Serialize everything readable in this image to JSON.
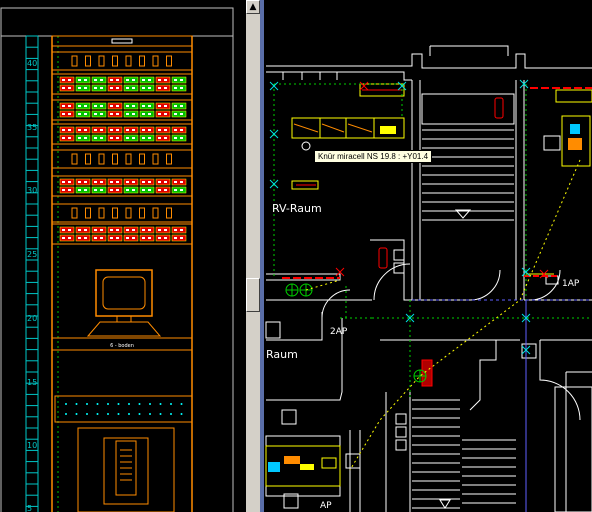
{
  "rack": {
    "unit_labels": [
      "40",
      "35",
      "30",
      "25",
      "20",
      "15",
      "10",
      "5"
    ],
    "monitor_caption": "6 - boden"
  },
  "floorplan": {
    "room_label_rv": "RV-Raum",
    "room_label_raum": "Raum",
    "label_1ap": "1AP",
    "label_2ap": "2AP",
    "label_ap": "AP"
  },
  "tooltip": "Knür miracell NS 19.8 : +Y01.4",
  "scrollbar": {
    "up_arrow": "▲"
  },
  "colors": {
    "background": "#000000",
    "rack_frame": "#ff8c00",
    "unit_scale": "#00c8c8",
    "patch_green": "#00c000",
    "patch_red": "#e00000",
    "cable_yellow": "#ffff00",
    "splitter": "#5a6ea8"
  }
}
